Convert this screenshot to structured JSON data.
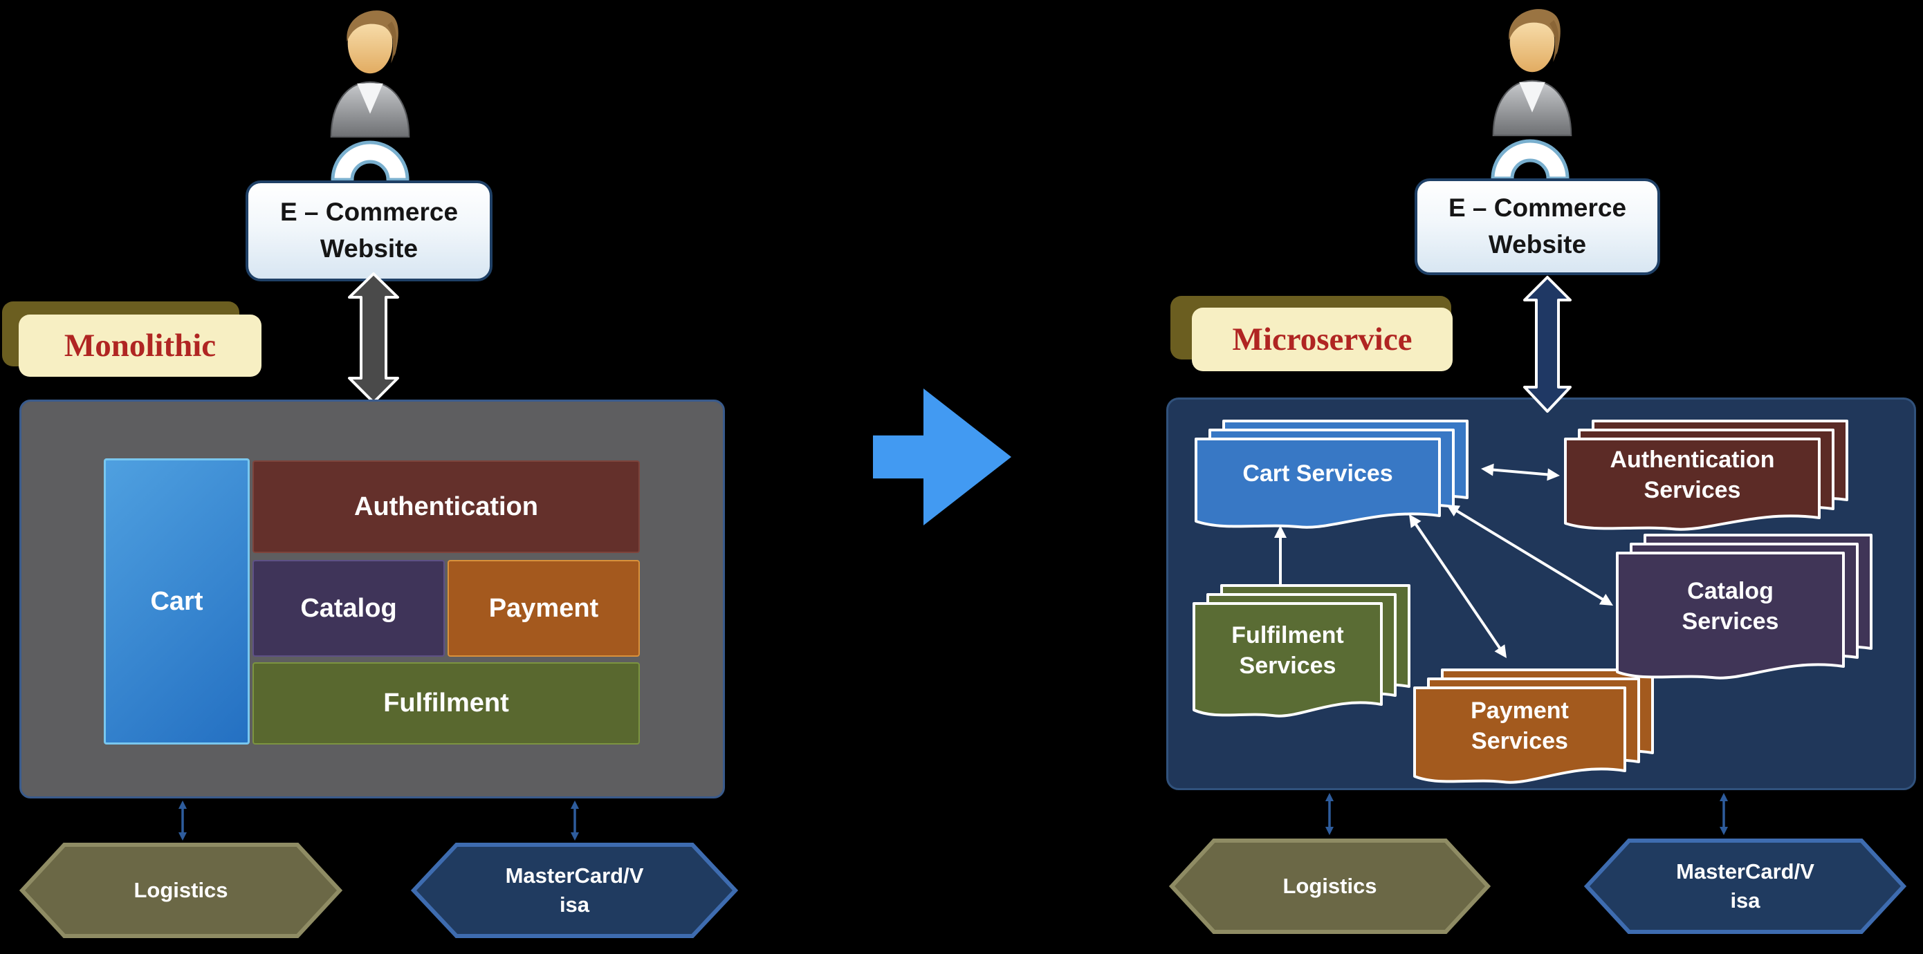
{
  "left": {
    "badge": "Monolithic",
    "website": {
      "line1": "E – Commerce",
      "line2": "Website"
    },
    "modules": {
      "cart": "Cart",
      "authentication": "Authentication",
      "catalog": "Catalog",
      "payment": "Payment",
      "fulfilment": "Fulfilment"
    },
    "logistics": "Logistics",
    "card": {
      "line1": "MasterCard/V",
      "line2": "isa"
    }
  },
  "right": {
    "badge": "Microservice",
    "website": {
      "line1": "E – Commerce",
      "line2": "Website"
    },
    "services": {
      "cart": {
        "line1": "Cart Services",
        "line2": ""
      },
      "authentication": {
        "line1": "Authentication",
        "line2": "Services"
      },
      "catalog": {
        "line1": "Catalog",
        "line2": "Services"
      },
      "payment": {
        "line1": "Payment",
        "line2": "Services"
      },
      "fulfilment": {
        "line1": "Fulfilment",
        "line2": "Services"
      }
    },
    "logistics": "Logistics",
    "card": {
      "line1": "MasterCard/V",
      "line2": "isa"
    }
  },
  "colors": {
    "background": "#000000",
    "badge_bg": "#F7EFC3",
    "badge_shadow": "#6B5E20",
    "badge_text": "#B02522",
    "monolith_bg": "#5E5E60",
    "monolith_border": "#3A5B8C",
    "cart_blue": "#2E82D2",
    "cart_border": "#79C7EF",
    "auth_maroon": "#64302B",
    "auth_border": "#7D443C",
    "catalog_purple": "#3F3459",
    "catalog_border": "#5E5086",
    "payment_orange": "#A4591E",
    "payment_border": "#D9913B",
    "fulfilment_green": "#59682F",
    "fulfilment_border": "#7C9440",
    "micro_bg": "#20375A",
    "micro_border": "#31527C",
    "svc_cart": "#3878C5",
    "svc_authentication": "#5C2B26",
    "svc_catalog": "#403557",
    "svc_payment": "#A35A1E",
    "svc_fulfilment": "#5A6C34",
    "hex_logistics": "#6B6846",
    "hex_logistics_border": "#8F8C64",
    "hex_card": "#203B60",
    "hex_card_border": "#3E6CB0",
    "big_arrow": "#429AF2",
    "gray_arrow": "#4A4A4A",
    "navy_arrow": "#1F3864",
    "connector": "#2E5C9C",
    "site_border": "#1F4066",
    "arc_border": "#79AFCE",
    "white": "#FFFFFF"
  },
  "icons": {
    "user": "person-icon",
    "connector": "double-headed-arrow"
  }
}
